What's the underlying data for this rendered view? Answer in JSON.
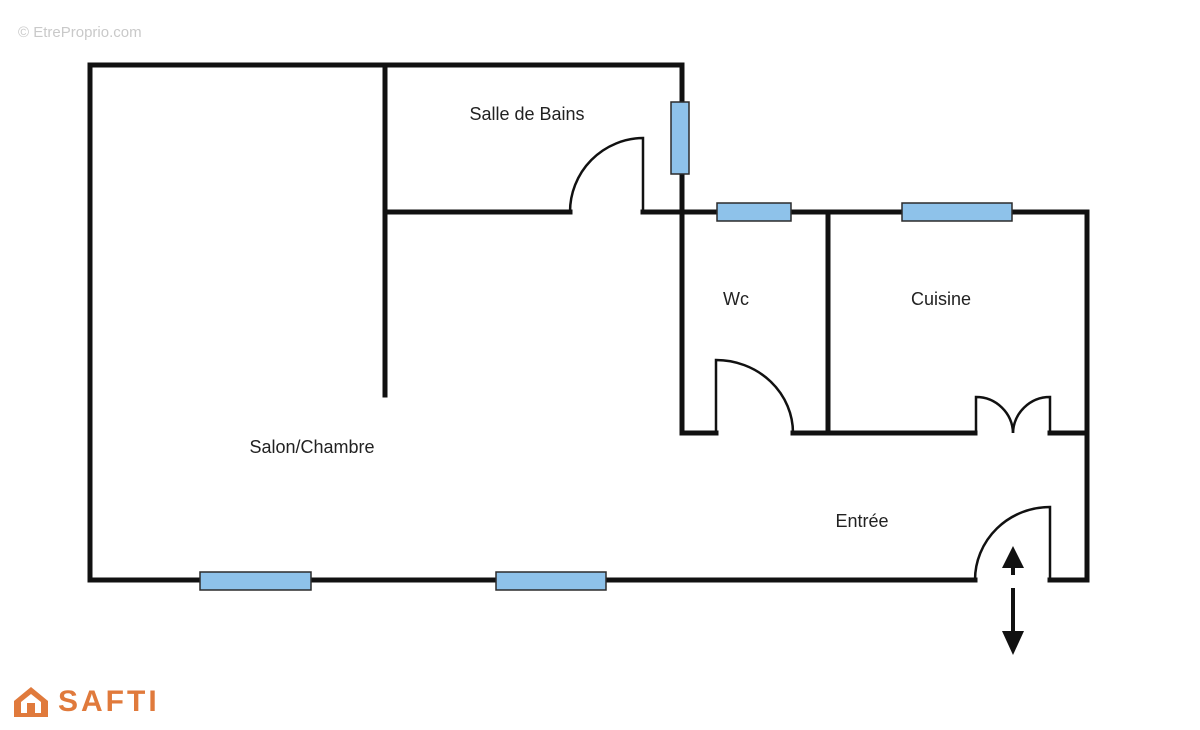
{
  "watermark": "© EtreProprio.com",
  "brand": {
    "name": "SAFTI",
    "color": "#e07a3c"
  },
  "colors": {
    "wall": "#111111",
    "window": "#8ec2ea"
  },
  "rooms": {
    "salle_de_bains": "Salle de Bains",
    "wc": "Wc",
    "cuisine": "Cuisine",
    "salon": "Salon/Chambre",
    "entree": "Entrée"
  }
}
